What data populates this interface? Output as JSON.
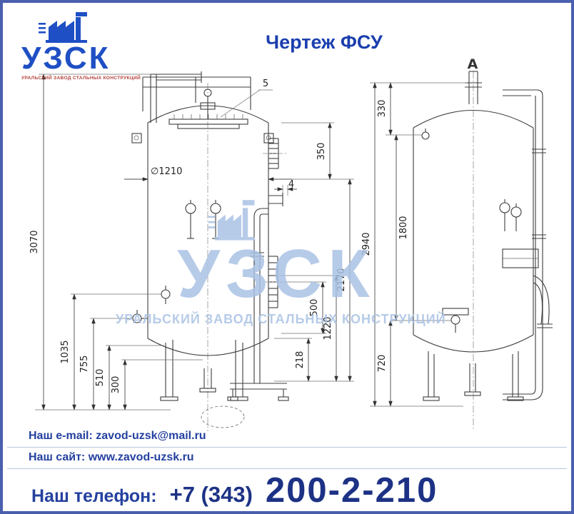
{
  "colors": {
    "frame": "#4a5fae",
    "title_blue": "#1b3fae",
    "logo_blue": "#1f4fc4",
    "tagline_red": "#b5413c",
    "watermark_blue": "#aac2e4",
    "footer_blue": "#24409f",
    "phone_navy": "#1d3285",
    "line_gray": "#3d3d3d"
  },
  "header": {
    "title": "Чертеж ФСУ"
  },
  "logo": {
    "name": "УЗСК",
    "tagline": "УРАЛЬСКИЙ ЗАВОД СТАЛЬНЫХ КОНСТРУКЦИЙ"
  },
  "watermark": {
    "text": "УЗСК",
    "subtext": "УРАЛЬСКИЙ ЗАВОД СТАЛЬНЫХ КОНСТРУКЦИЙ"
  },
  "drawing": {
    "front_view": {
      "callout": "5",
      "diameter": "∅1210",
      "overall_height": "3070",
      "dim_1035": "1035",
      "dim_755": "755",
      "dim_510": "510",
      "dim_300": "300",
      "dim_350": "350",
      "dim_4": "4",
      "dim_500": "500",
      "dim_1220": "1220",
      "dim_2170": "2170",
      "dim_218": "218"
    },
    "side_view": {
      "view_label": "А",
      "overall_height": "2940",
      "dim_330": "330",
      "dim_1800": "1800",
      "dim_720": "720"
    }
  },
  "footer": {
    "email_label": "Наш e-mail:",
    "email": "zavod-uzsk@mail.ru",
    "site_label": "Наш сайт:",
    "site": "www.zavod-uzsk.ru",
    "phone_label": "Наш телефон:",
    "phone_code": "+7 (343)",
    "phone_number": "200-2-210"
  }
}
